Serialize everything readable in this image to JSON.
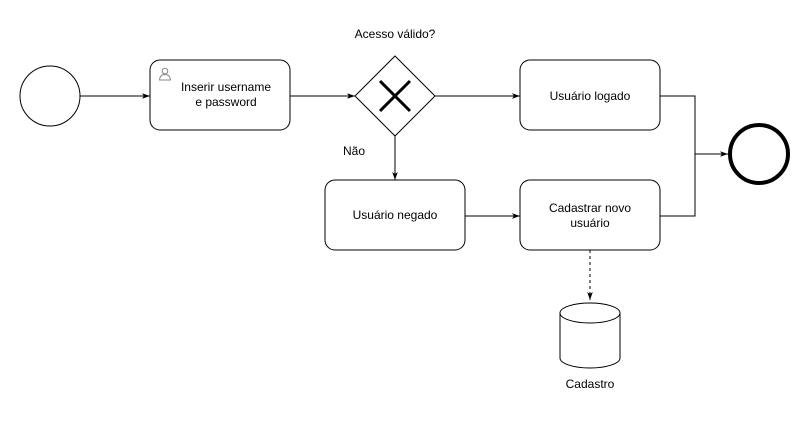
{
  "diagram": {
    "gateway_label": "Acesso válido?",
    "no_label": "Não",
    "task_login": {
      "line1": "Inserir username",
      "line2": "e password"
    },
    "task_logged": "Usuário logado",
    "task_denied": "Usuário negado",
    "task_register": {
      "line1": "Cadastrar novo",
      "line2": "usuário"
    },
    "datastore_label": "Cadastro"
  },
  "colors": {
    "stroke": "#000000",
    "fill": "#ffffff",
    "icon": "#888888"
  },
  "icons": {
    "user_task": "user-icon",
    "gateway": "x-icon"
  }
}
